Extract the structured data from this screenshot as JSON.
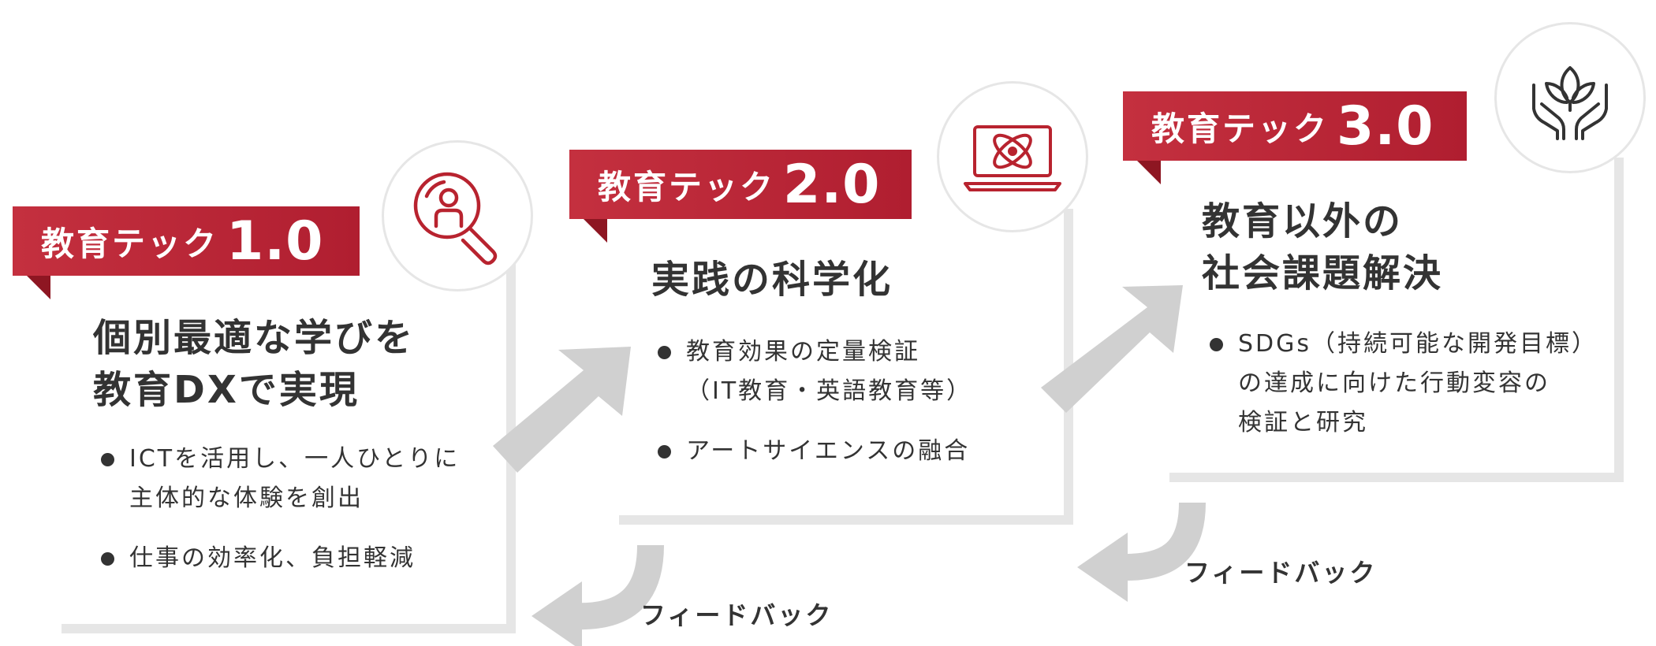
{
  "stages": [
    {
      "tag_label": "教育テック",
      "tag_version": "1.0",
      "icon": "search-person-icon",
      "heading_lines": [
        "個別最適な学びを",
        "教育DXで実現"
      ],
      "bullets": [
        [
          "ICTを活用し、一人ひとりに",
          "主体的な体験を創出"
        ],
        [
          "仕事の効率化、負担軽減"
        ]
      ]
    },
    {
      "tag_label": "教育テック",
      "tag_version": "2.0",
      "icon": "laptop-atom-icon",
      "heading_lines": [
        "実践の科学化"
      ],
      "bullets": [
        [
          "教育効果の定量検証",
          "（IT教育・英語教育等）"
        ],
        [
          "アートサイエンスの融合"
        ]
      ]
    },
    {
      "tag_label": "教育テック",
      "tag_version": "3.0",
      "icon": "hands-plant-icon",
      "heading_lines": [
        "教育以外の",
        "社会課題解決"
      ],
      "bullets": [
        [
          "SDGs（持続可能な開発目標）",
          "の達成に向けた行動変容の",
          "検証と研究"
        ]
      ]
    }
  ],
  "feedback_labels": [
    "フィードバック",
    "フィードバック"
  ],
  "colors": {
    "accent": "#b8232f",
    "accent_dark": "#8e1622",
    "frame": "#e6e6e6",
    "arrow": "#d0d0d0",
    "text": "#333333"
  }
}
